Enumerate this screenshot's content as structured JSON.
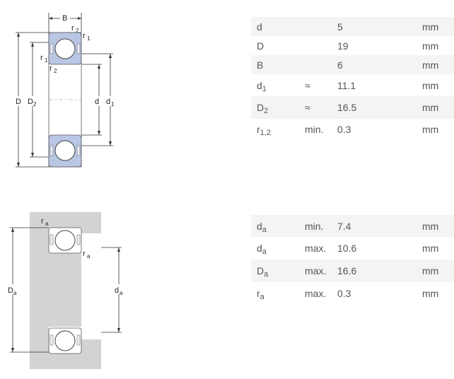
{
  "diagram_top": {
    "labels": {
      "B": "B",
      "r": "r",
      "D": "D",
      "d": "d",
      "sub_1": "1",
      "sub_2": "2"
    }
  },
  "diagram_bottom": {
    "labels": {
      "r": "r",
      "D": "D",
      "d": "d",
      "sub_a": "a"
    }
  },
  "dimensions": [
    {
      "symbol": "d",
      "sub": "",
      "qualifier": "",
      "value": "5",
      "unit": "mm"
    },
    {
      "symbol": "D",
      "sub": "",
      "qualifier": "",
      "value": "19",
      "unit": "mm"
    },
    {
      "symbol": "B",
      "sub": "",
      "qualifier": "",
      "value": "6",
      "unit": "mm"
    },
    {
      "symbol": "d",
      "sub": "1",
      "qualifier": "≈",
      "value": "11.1",
      "unit": "mm"
    },
    {
      "symbol": "D",
      "sub": "2",
      "qualifier": "≈",
      "value": "16.5",
      "unit": "mm"
    },
    {
      "symbol": "r",
      "sub": "1,2",
      "qualifier": "min.",
      "value": "0.3",
      "unit": "mm"
    }
  ],
  "abutment": [
    {
      "symbol": "d",
      "sub": "a",
      "qualifier": "min.",
      "value": "7.4",
      "unit": "mm"
    },
    {
      "symbol": "d",
      "sub": "a",
      "qualifier": "max.",
      "value": "10.6",
      "unit": "mm"
    },
    {
      "symbol": "D",
      "sub": "a",
      "qualifier": "max.",
      "value": "16.6",
      "unit": "mm"
    },
    {
      "symbol": "r",
      "sub": "a",
      "qualifier": "max.",
      "value": "0.3",
      "unit": "mm"
    }
  ]
}
